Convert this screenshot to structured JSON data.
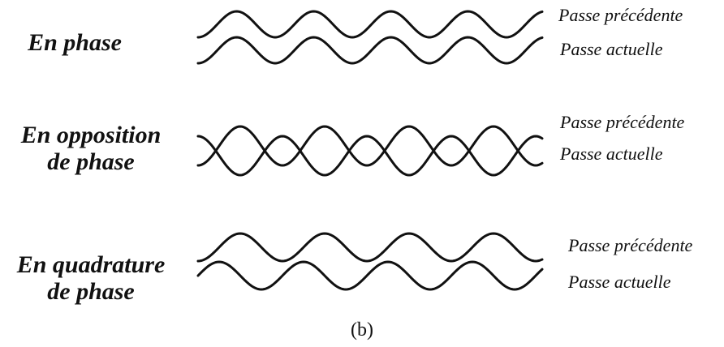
{
  "figure": {
    "caption": "(b)",
    "ink_color": "#111111",
    "background_color": "#ffffff",
    "cases": [
      {
        "title_lines": [
          "En phase"
        ],
        "phase_shift_deg": 0,
        "waves": [
          {
            "label": "Passe précédente"
          },
          {
            "label": "Passe actuelle"
          }
        ]
      },
      {
        "title_lines": [
          "En opposition",
          "de phase"
        ],
        "phase_shift_deg": 180,
        "waves": [
          {
            "label": "Passe précédente"
          },
          {
            "label": "Passe actuelle"
          }
        ]
      },
      {
        "title_lines": [
          "En quadrature",
          "de phase"
        ],
        "phase_shift_deg": 90,
        "waves": [
          {
            "label": "Passe précédente"
          },
          {
            "label": "Passe actuelle"
          }
        ]
      }
    ]
  }
}
